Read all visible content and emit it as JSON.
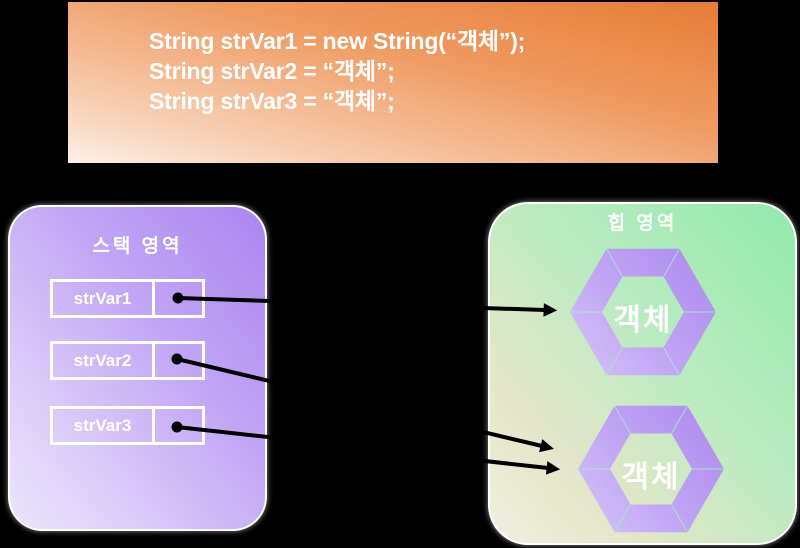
{
  "code_box": {
    "lines": [
      "String strVar1 = new String(“객체”);",
      "String strVar2 = “객체”;",
      "String strVar3 = “객체”;"
    ]
  },
  "stack": {
    "title": "스택 영역",
    "variables": [
      {
        "name": "strVar1"
      },
      {
        "name": "strVar2"
      },
      {
        "name": "strVar3"
      }
    ]
  },
  "heap": {
    "title": "힙 영역",
    "objects": [
      {
        "label": "객체"
      },
      {
        "label": "객체"
      }
    ]
  },
  "references": [
    {
      "from": "strVar1",
      "to": "heap-object-1"
    },
    {
      "from": "strVar2",
      "to": "heap-object-2"
    },
    {
      "from": "strVar3",
      "to": "heap-object-2"
    }
  ],
  "colors": {
    "background": "#000000",
    "code_box_gradient_start": "#e67c36",
    "code_box_gradient_end": "#fdf0e7",
    "code_text": "#ffffff",
    "stack_box_gradient_start": "#aa85ef",
    "stack_box_gradient_end": "#ece5fb",
    "heap_box_gradient_start": "#92eaac",
    "heap_box_gradient_end": "#f1efdf",
    "hexagon_ring_dark": "#b08cf0",
    "hexagon_ring_light": "#d2c1f7",
    "hexagon_edge_line": "#a6ebc6",
    "box_border": "#ffffff",
    "arrow": "#000000"
  }
}
